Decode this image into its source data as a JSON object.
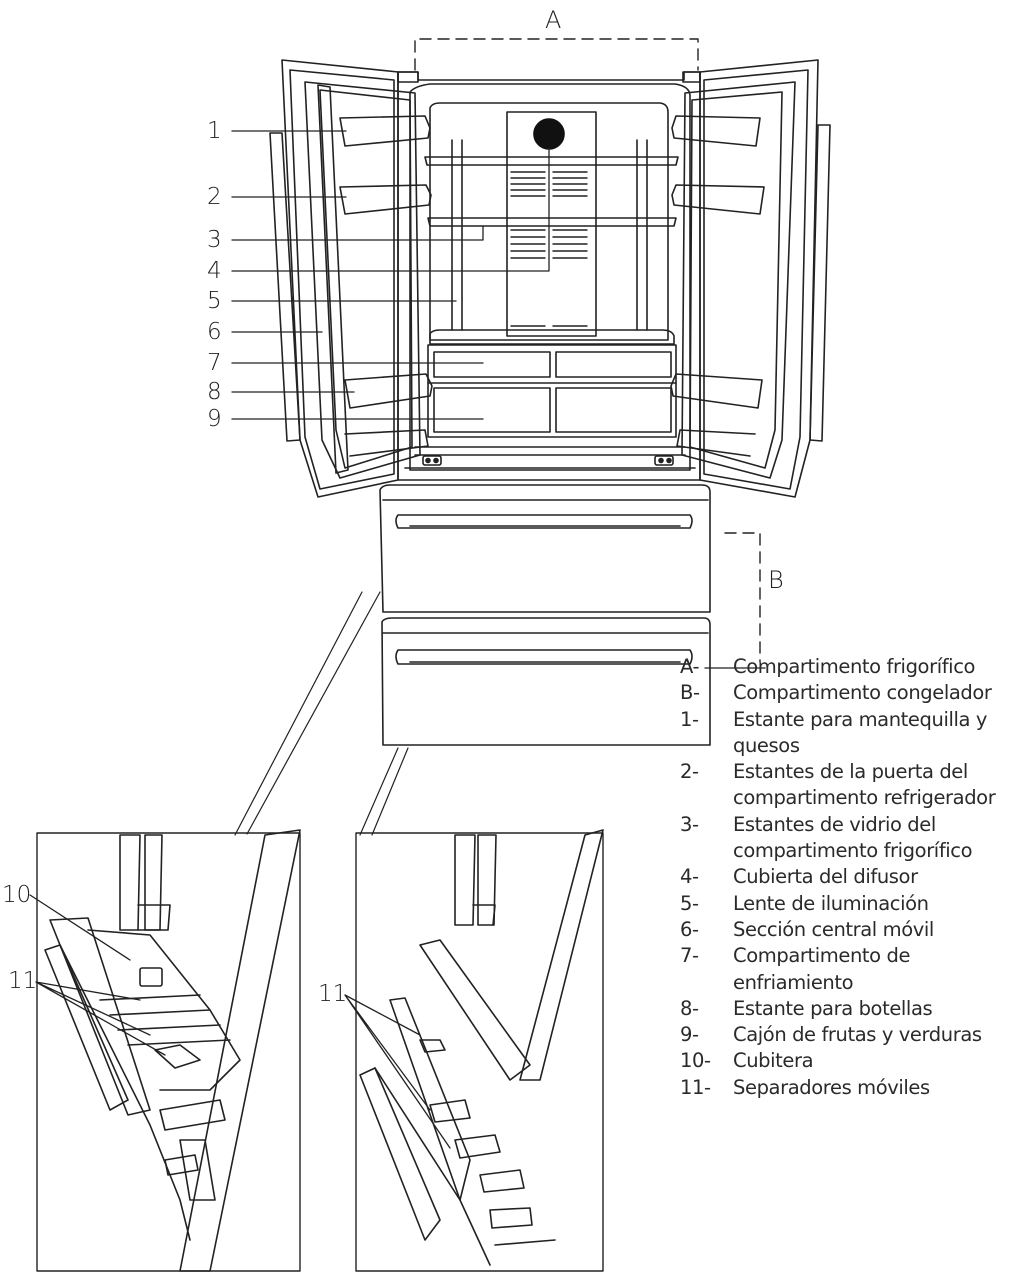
{
  "dimension_labels": {
    "a": "A",
    "b": "B"
  },
  "callouts": [
    "1",
    "2",
    "3",
    "4",
    "5",
    "6",
    "7",
    "8",
    "9",
    "10",
    "11",
    "11"
  ],
  "legend": [
    {
      "key": "A-",
      "text": "Compartimento frigorífico"
    },
    {
      "key": "B-",
      "text": "Compartimento congelador"
    },
    {
      "key": "1-",
      "text": "Estante para mantequilla y quesos"
    },
    {
      "key": "2-",
      "text": "Estantes de la puerta del compartimento refrigerador"
    },
    {
      "key": "3-",
      "text": "Estantes de vidrio del compartimento frigorífico"
    },
    {
      "key": "4-",
      "text": "Cubierta del difusor"
    },
    {
      "key": "5-",
      "text": "Lente de iluminación"
    },
    {
      "key": "6-",
      "text": "Sección central móvil"
    },
    {
      "key": "7-",
      "text": "Compartimento de enfriamiento"
    },
    {
      "key": "8-",
      "text": "Estante para botellas"
    },
    {
      "key": "9-",
      "text": "Cajón de frutas y verduras"
    },
    {
      "key": "10-",
      "text": "Cubitera"
    },
    {
      "key": "11-",
      "text": "Separadores móviles"
    }
  ]
}
